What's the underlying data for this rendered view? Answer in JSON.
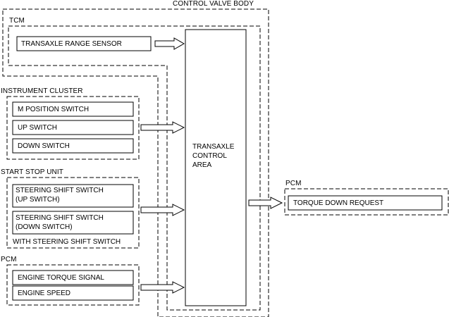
{
  "diagram": {
    "groups": {
      "control_valve_body": "CONTROL VALVE BODY",
      "tcm": "TCM",
      "instrument_cluster": "INSTRUMENT CLUSTER",
      "start_stop_unit": "START STOP UNIT",
      "pcm_input": "PCM",
      "pcm_output": "PCM"
    },
    "inputs": {
      "transaxle_range_sensor": "TRANSAXLE RANGE SENSOR",
      "m_position_switch": "M POSITION SWITCH",
      "up_switch": "UP SWITCH",
      "down_switch": "DOWN SWITCH",
      "steering_shift_up": [
        "STEERING SHIFT SWITCH",
        "(UP SWITCH)"
      ],
      "steering_shift_down": [
        "STEERING SHIFT SWITCH",
        "(DOWN SWITCH)"
      ],
      "with_steering_shift_note": "WITH STEERING SHIFT SWITCH",
      "engine_torque_signal": "ENGINE TORQUE SIGNAL",
      "engine_speed": "ENGINE SPEED"
    },
    "control_area": [
      "TRANSAXLE",
      "CONTROL",
      "AREA"
    ],
    "outputs": {
      "torque_down_request": "TORQUE DOWN REQUEST"
    }
  }
}
